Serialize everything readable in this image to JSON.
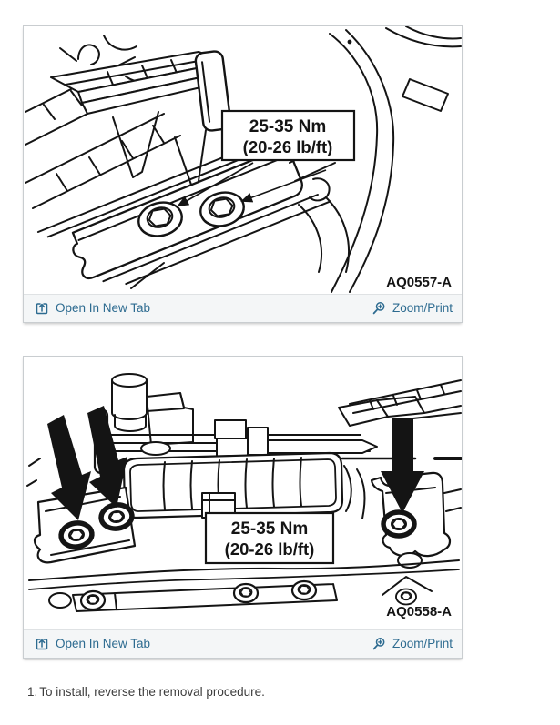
{
  "colors": {
    "link": "#2d6b90",
    "footer_bg": "#f4f6f7",
    "panel_border": "#c9cdd0",
    "drawing_ink": "#141414",
    "instruction_text": "#3d3d3d",
    "page_bg": "#ffffff"
  },
  "panel_footer": {
    "open_label": "Open In New Tab",
    "open_icon": "open-in-new-tab-icon",
    "zoom_label": "Zoom/Print",
    "zoom_icon": "magnifier-plus-icon"
  },
  "figures": [
    {
      "id": "AQ0557-A",
      "torque_line1": "25-35 Nm",
      "torque_line2": "(20-26 lb/ft)"
    },
    {
      "id": "AQ0558-A",
      "torque_line1": "25-35 Nm",
      "torque_line2": "(20-26 lb/ft)"
    }
  ],
  "steps": [
    {
      "number": "1.",
      "text": "To install, reverse the removal procedure."
    }
  ]
}
